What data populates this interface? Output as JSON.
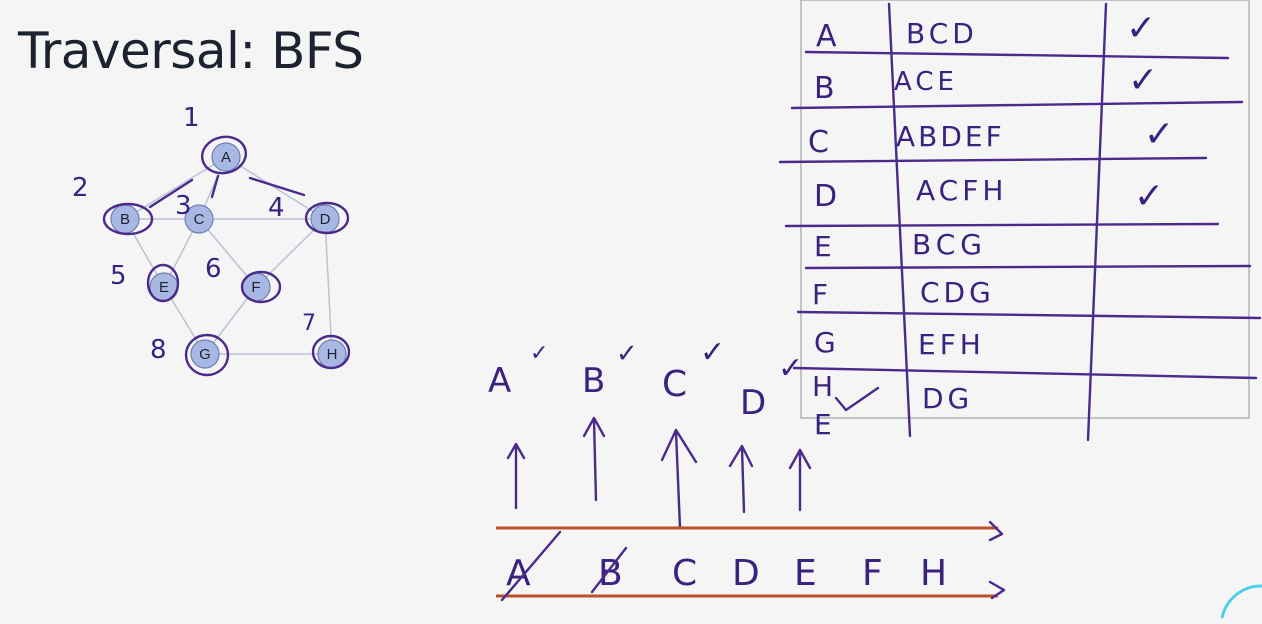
{
  "slide": {
    "title": "Traversal: BFS"
  },
  "graph": {
    "nodes": [
      {
        "id": "A",
        "order": "1"
      },
      {
        "id": "B",
        "order": "2"
      },
      {
        "id": "C",
        "order": "3"
      },
      {
        "id": "D",
        "order": "4"
      },
      {
        "id": "E",
        "order": "5"
      },
      {
        "id": "F",
        "order": "6"
      },
      {
        "id": "H",
        "order": "7"
      },
      {
        "id": "G",
        "order": "8"
      }
    ],
    "node_fill": "#a9b8e2",
    "node_stroke": "#6f7fb3",
    "edge_color": "#b9c2d6"
  },
  "adjacency_table": {
    "rows": [
      {
        "vertex": "A",
        "neighbors": "BCD",
        "visited": "✓"
      },
      {
        "vertex": "B",
        "neighbors": "ACE",
        "visited": "✓"
      },
      {
        "vertex": "C",
        "neighbors": "ABDEF",
        "visited": "✓"
      },
      {
        "vertex": "D",
        "neighbors": "ACFH",
        "visited": "✓"
      },
      {
        "vertex": "E",
        "neighbors": "BCG",
        "visited": ""
      },
      {
        "vertex": "F",
        "neighbors": "CDG",
        "visited": ""
      },
      {
        "vertex": "G",
        "neighbors": "EFH",
        "visited": ""
      },
      {
        "vertex": "H",
        "neighbors": "DG",
        "visited": ""
      }
    ],
    "ink_color": "#4b2a8c"
  },
  "dequeued": [
    {
      "label": "A",
      "mark": "✓"
    },
    {
      "label": "B",
      "mark": "✓"
    },
    {
      "label": "C",
      "mark": "✓"
    },
    {
      "label": "D",
      "mark": "✓"
    }
  ],
  "queue": {
    "items": [
      "A",
      "B",
      "C",
      "D",
      "E",
      "F",
      "H"
    ],
    "crossed": [
      "A",
      "B"
    ],
    "rail_color": "#b8522a"
  },
  "annotations": {
    "next_dequeue": "E"
  }
}
